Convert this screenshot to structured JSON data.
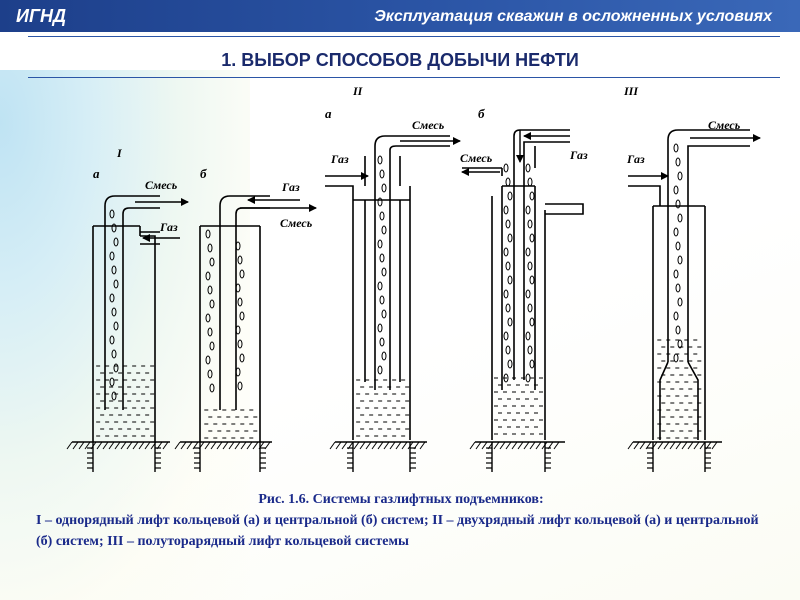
{
  "header": {
    "left": "ИГНД",
    "right": "Эксплуатация скважин в осложненных условиях"
  },
  "title": "1. ВЫБОР СПОСОБОВ ДОБЫЧИ НЕФТИ",
  "diagram": {
    "group_labels": [
      "I",
      "II",
      "III"
    ],
    "variant_labels": [
      "а",
      "б",
      "а",
      "б"
    ],
    "labels": {
      "mix": "Смесь",
      "gas": "Газ"
    }
  },
  "caption": {
    "title": "Рис. 1.6. Системы газлифтных подъемников:",
    "text": "I – однорядный лифт кольцевой (а) и центральной (б) систем; II – двухрядный лифт кольцевой (а) и центральной (б) систем; III – полуторарядный лифт кольцевой системы"
  },
  "colors": {
    "header_bg": "#2b55a6",
    "title": "#1a2a6c",
    "caption": "#1a2a8a",
    "drawing": "#000000"
  }
}
